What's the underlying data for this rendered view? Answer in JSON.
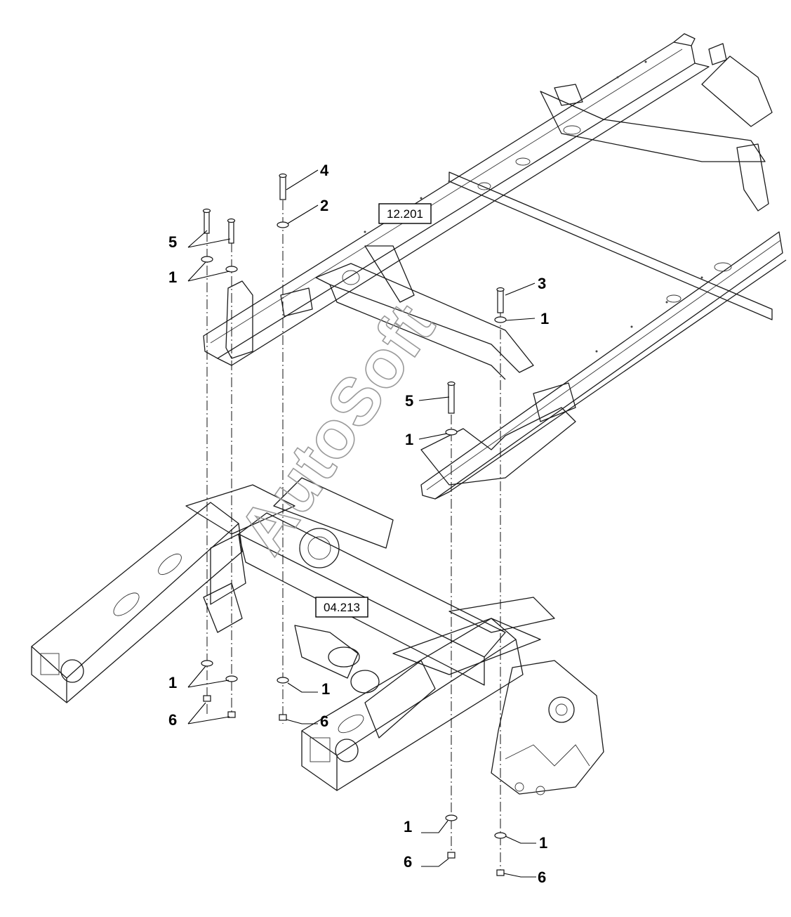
{
  "diagram": {
    "reference_boxes": [
      {
        "id": "frame",
        "label": "12.201"
      },
      {
        "id": "axle",
        "label": "04.213"
      }
    ],
    "callouts": {
      "c1": "4",
      "c2": "2",
      "c3": "5",
      "c4": "1",
      "c5": "3",
      "c6": "1",
      "c7": "5",
      "c8": "1",
      "c9": "1",
      "c10": "6",
      "c11": "1",
      "c12": "6",
      "c13": "1",
      "c14": "6",
      "c15": "1",
      "c16": "6"
    },
    "watermark": "AutoSoft"
  }
}
